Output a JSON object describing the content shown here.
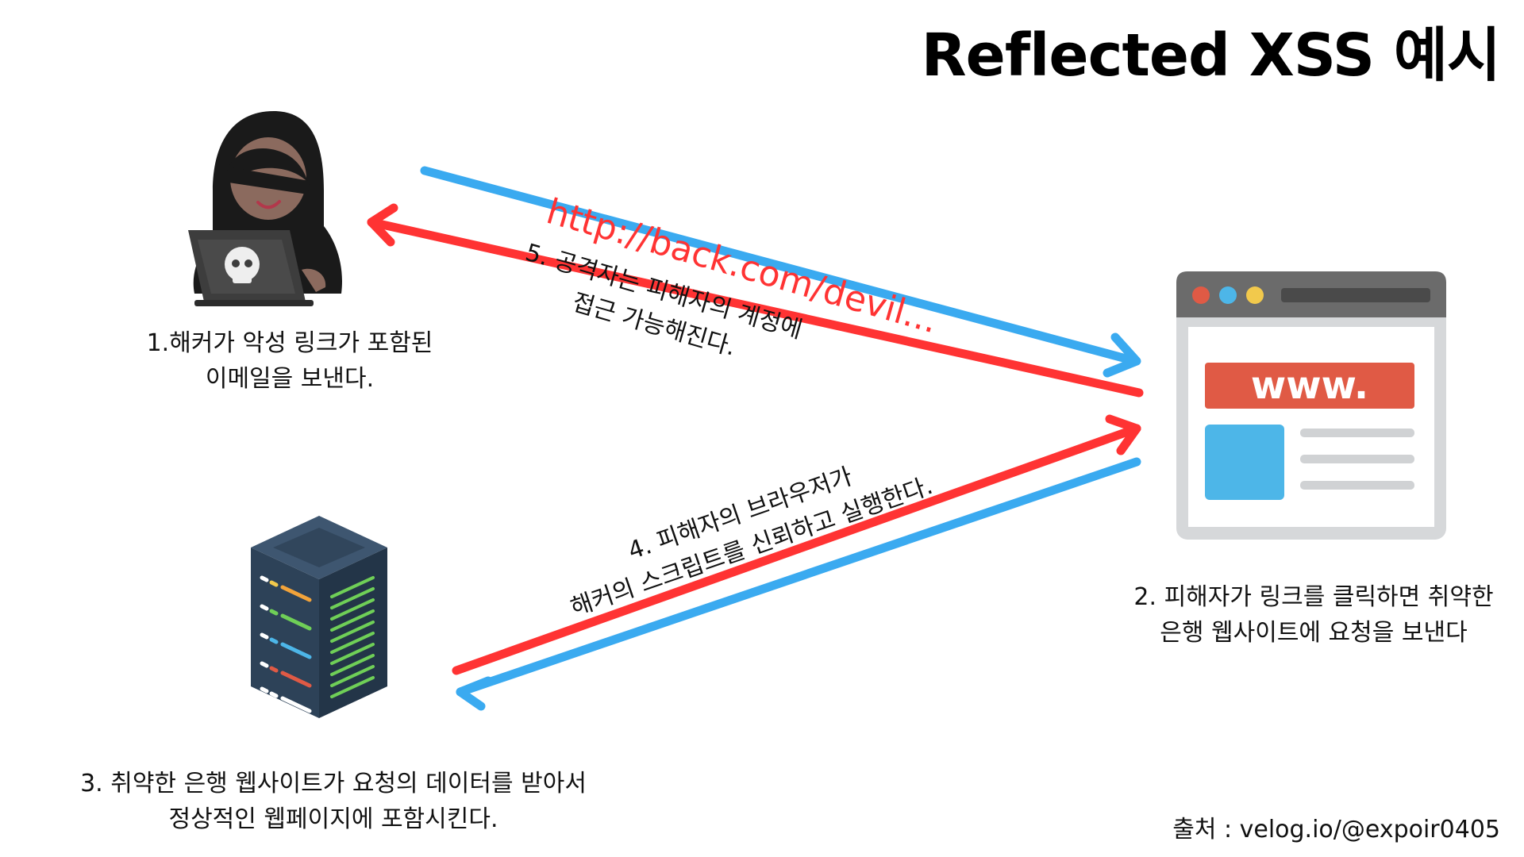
{
  "title": "Reflected XSS 예시",
  "url_text": "http://back.com/devil...",
  "steps": {
    "step1": [
      "1.해커가 악성 링크가 포함된",
      "이메일을 보낸다."
    ],
    "step2": [
      "2. 피해자가 링크를 클릭하면 취약한",
      "은행 웹사이트에 요청을 보낸다"
    ],
    "step3": [
      "3. 취약한 은행 웹사이트가 요청의 데이터를 받아서",
      "정상적인 웹페이지에 포함시킨다."
    ],
    "step4": [
      "4. 피해자의 브라우저가",
      "해커의 스크립트를 신뢰하고 실행한다."
    ],
    "step5": [
      "5. 공격자는 피해자의 계정에",
      "접근 가능해진다."
    ]
  },
  "browser_label": "www.",
  "source": "출처 : velog.io/@expoir0405",
  "icons": [
    "hacker-icon",
    "skull-laptop-icon",
    "browser-window-icon",
    "server-rack-icon"
  ],
  "colors": {
    "blue_arrow": "#3aaaf0",
    "red_arrow": "#ff3333",
    "browser_frame": "#d6d8da",
    "browser_bar": "#6b6b6b",
    "www_banner": "#e05a45",
    "browser_block": "#4db6e8",
    "server_body": "#2d4258"
  }
}
